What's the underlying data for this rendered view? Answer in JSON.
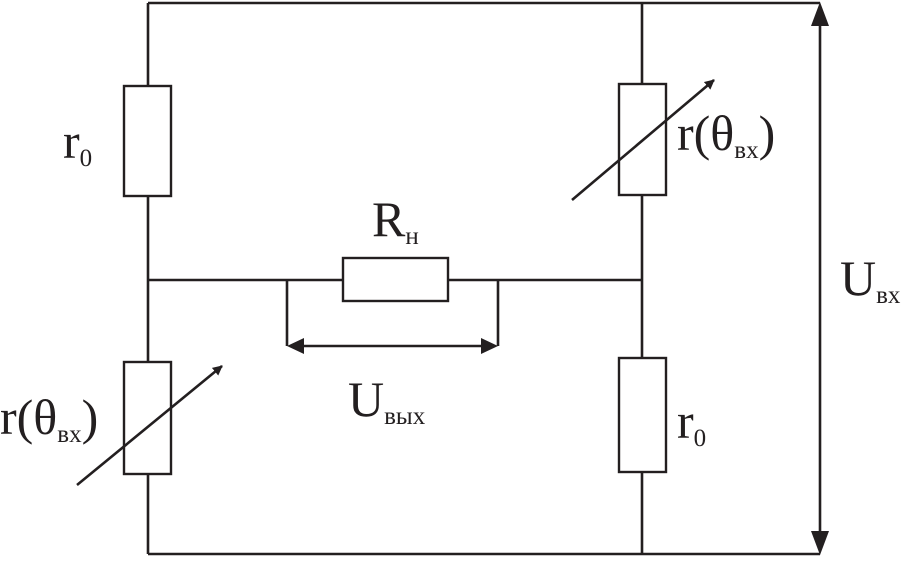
{
  "diagram": {
    "labels": {
      "r0_top_left": {
        "main": "r",
        "sub": "0"
      },
      "r_theta_top_right": {
        "main": "r(θ",
        "sub": "вх",
        "close": ")"
      },
      "r_load": {
        "main": "R",
        "sub": "н"
      },
      "u_in": {
        "main": "U",
        "sub": "вх"
      },
      "r_theta_bottom_left": {
        "main": "r(θ",
        "sub": "вх",
        "close": ")"
      },
      "u_out": {
        "main": "U",
        "sub": "вых"
      },
      "r0_bottom_right": {
        "main": "r",
        "sub": "0"
      }
    },
    "colors": {
      "ink": "#231f20",
      "background": "#ffffff"
    }
  }
}
